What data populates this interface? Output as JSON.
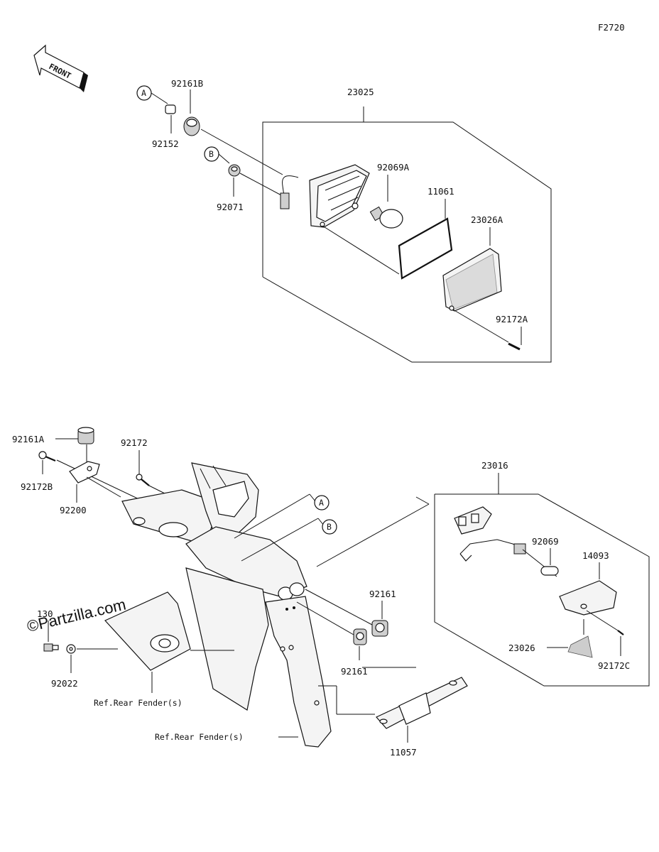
{
  "figure_code": "F2720",
  "front_label": "FRONT",
  "watermark": "©Partzilla.com",
  "callouts": {
    "a": "A",
    "b": "B"
  },
  "parts": {
    "p92161B": "92161B",
    "p92152": "92152",
    "p92071": "92071",
    "p23025": "23025",
    "p92069A": "92069A",
    "p11061": "11061",
    "p23026A": "23026A",
    "p92172A": "92172A",
    "p92161A": "92161A",
    "p92172_top": "92172",
    "p92172B": "92172B",
    "p92200": "92200",
    "p23016": "23016",
    "p92069": "92069",
    "p14093": "14093",
    "p92161_upper": "92161",
    "p92161_lower": "92161",
    "p130": "130",
    "p92022": "92022",
    "p23026": "23026",
    "p92172C": "92172C",
    "p11057": "11057"
  },
  "references": {
    "rear_fender_1": "Ref.Rear Fender(s)",
    "rear_fender_2": "Ref.Rear Fender(s)"
  }
}
